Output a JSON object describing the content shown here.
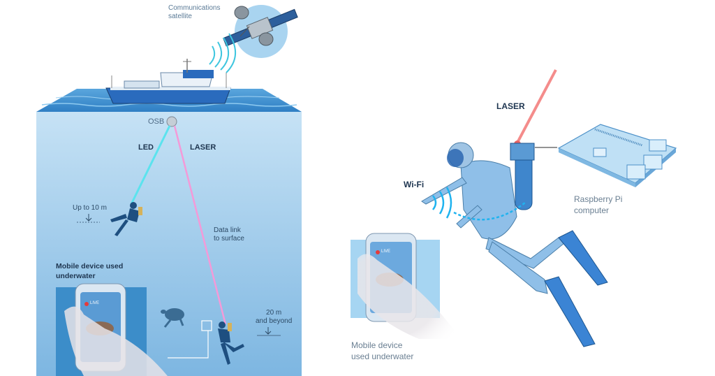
{
  "left_panel": {
    "satellite_label": [
      "Communications",
      "satellite"
    ],
    "osb_label": "OSB",
    "led_label": "LED",
    "laser_label": "LASER",
    "depth_shallow": "Up to 10 m",
    "data_link_label": [
      "Data link",
      "to surface"
    ],
    "mobile_label": [
      "Mobile device used",
      "underwater"
    ],
    "phone_live": "LIVE",
    "depth_deep": [
      "20 m",
      "and beyond"
    ]
  },
  "right_panel": {
    "laser_label": "LASER",
    "wifi_label": "Wi-Fi",
    "raspberry_label": [
      "Raspberry Pi",
      "computer"
    ],
    "phone_live": "LIVE",
    "mobile_label": [
      "Mobile device",
      "used underwater"
    ]
  },
  "colors": {
    "water_top": "#bcdcf2",
    "water_bottom": "#7fb8e2",
    "surface": "#3f8fd0",
    "led_beam": "#4fe3ef",
    "laser_beam_left": "#f29ad8",
    "laser_beam_right": "#f2706f",
    "diver_suit": "#7fb6e4",
    "satellite_bg": "#a9d4f0",
    "text_dark": "#1e3550"
  }
}
